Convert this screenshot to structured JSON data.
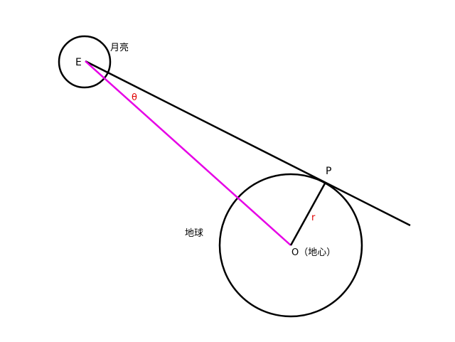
{
  "diagram": {
    "labels": {
      "moon_point": "E",
      "moon_name": "月亮",
      "angle": "θ",
      "tangent_point": "P",
      "radius": "r",
      "earth_name": "地球",
      "center": "O（地心）"
    },
    "colors": {
      "stroke": "#000000",
      "sightline": "#e600e6",
      "annotation": "#e00000",
      "background": "#ffffff"
    }
  }
}
